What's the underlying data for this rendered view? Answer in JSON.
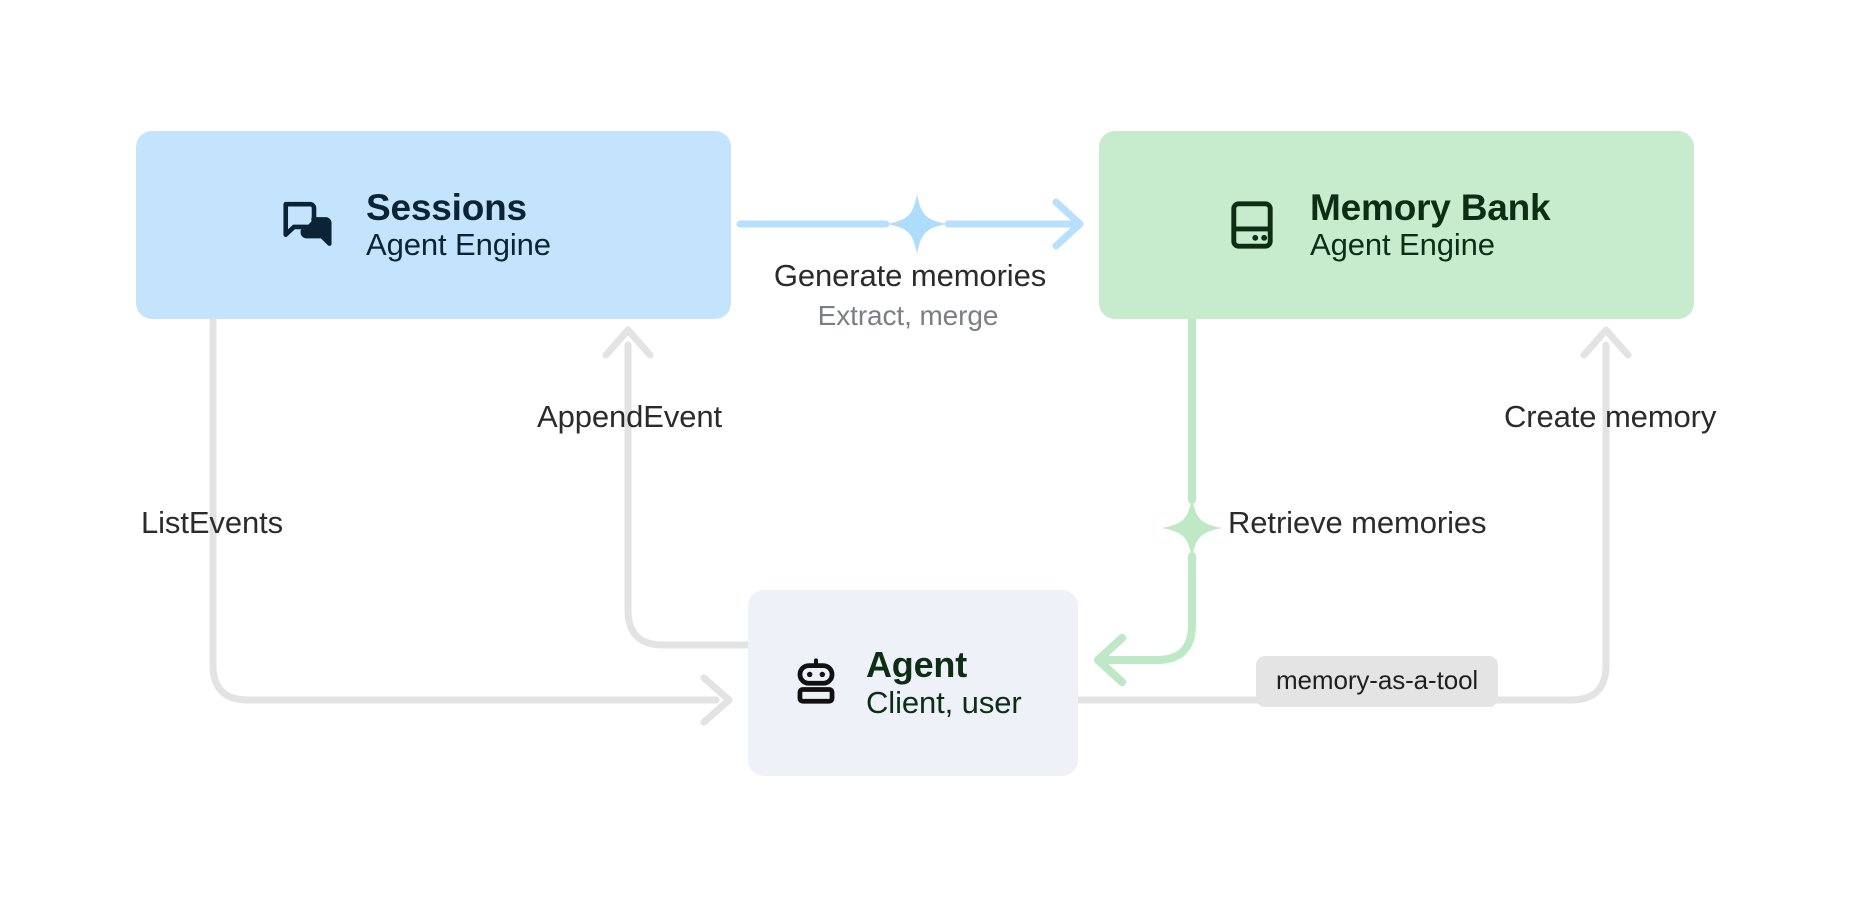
{
  "diagram": {
    "title": "Agent Engine Sessions and Memory Bank flow",
    "background": "#ffffff"
  },
  "nodes": [
    {
      "id": "sessions",
      "title": "Sessions",
      "subtitle": "Agent Engine",
      "icon": "chat-bubbles-icon",
      "fill": "#c3e4fc",
      "text_color": "#0c2336"
    },
    {
      "id": "memory-bank",
      "title": "Memory Bank",
      "subtitle": "Agent Engine",
      "icon": "database-bank-icon",
      "fill": "#c6eccd",
      "text_color": "#0d2e15"
    },
    {
      "id": "agent",
      "title": "Agent",
      "subtitle": "Client, user",
      "icon": "robot-icon",
      "fill": "#eef1f7",
      "text_color": "#0d2e15"
    }
  ],
  "edges": [
    {
      "id": "generate-memories",
      "label": "Generate memories",
      "sublabel": "Extract, merge",
      "from": "sessions",
      "to": "memory-bank",
      "color": "#b8dffb",
      "marker": "sparkle-icon"
    },
    {
      "id": "append-event",
      "label": "AppendEvent",
      "from": "agent",
      "to": "sessions",
      "color": "#e3e3e3"
    },
    {
      "id": "list-events",
      "label": "ListEvents",
      "from": "sessions",
      "to": "agent",
      "color": "#e3e3e3"
    },
    {
      "id": "create-memory",
      "label": "Create memory",
      "from": "agent",
      "to": "memory-bank",
      "color": "#e3e3e3"
    },
    {
      "id": "retrieve-memories",
      "label": "Retrieve memories",
      "from": "memory-bank",
      "to": "agent",
      "color": "#bfe8c6",
      "marker": "sparkle-icon"
    }
  ],
  "chips": [
    {
      "id": "memory-as-a-tool",
      "label": "memory-as-a-tool",
      "fill": "#e4e4e4"
    }
  ],
  "colors": {
    "blue_fill": "#c3e4fc",
    "green_fill": "#c6eccd",
    "gray_fill": "#eef1f7",
    "blue_edge": "#b8dffb",
    "green_edge": "#bfe8c6",
    "gray_edge": "#e3e3e3",
    "dark_navy_text": "#0c2336",
    "dark_green_text": "#0d2e15",
    "label_text": "#2b2b2b",
    "muted_text": "#7b7f85",
    "chip_fill": "#e4e4e4"
  }
}
